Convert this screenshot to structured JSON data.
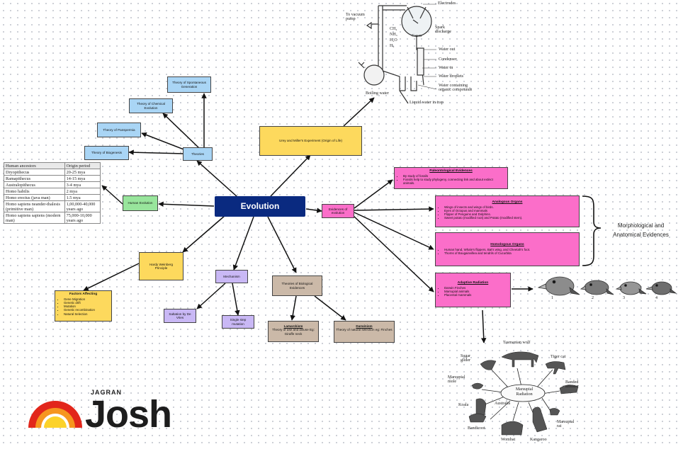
{
  "central": "Evolution",
  "theories": {
    "label": "Theories",
    "items": [
      "Theory of Spontaneous Generation",
      "Theory of Chemical Evolution",
      "Theory of Panspermia",
      "Theory of Biogenesis"
    ]
  },
  "urey_miller": "Urey and Miller's Experiment (Origin of Life)",
  "human_evolution": "Human Evolution",
  "ancestors_table": {
    "headers": [
      "Human ancestors",
      "Origin period"
    ],
    "rows": [
      [
        "Dryopithecus",
        "20-25 mya"
      ],
      [
        "Ramapithecus",
        "14-15 mya"
      ],
      [
        "Australopithecus",
        "3-4 mya"
      ],
      [
        "Homo habilis",
        "2 mya"
      ],
      [
        "Homo erectus (java man)",
        "1.5 mya"
      ],
      [
        "Homo sapiens neander-thalesis (primitive man)",
        "1,00,000-40,000 years ago"
      ],
      [
        "Homo sapiens sapiens (modern man)",
        "75,000-10,000 years ago"
      ]
    ]
  },
  "hardy_weinberg": "Hardy Weinberg Principle",
  "factors": {
    "title": "Factors Affecting",
    "items": [
      "Gene Migration",
      "Genetic drift",
      "Mutation",
      "Genetic recombination",
      "Natural Selection"
    ]
  },
  "mechanism": {
    "label": "Mechanism",
    "items": [
      "Saltation by De Vries",
      "Single step mutation"
    ]
  },
  "bio_theories": {
    "label": "Theories of Biological Evidences",
    "lamarckism_title": "Lamarckism",
    "lamarckism_text": "Theory of use and disuse Eg: Giraffe neck",
    "darwinism_title": "Darwinism",
    "darwinism_text": "Theory of natural selection eg: Finches"
  },
  "evidences_label": "Evidences of evolution",
  "paleo": {
    "title": "Paleontological Evidences",
    "items": [
      "By study of fossils",
      "Fossils help to study phylogeny, connecting link and about extinct animals."
    ]
  },
  "analogous": {
    "title": "Analogous Organs",
    "items": [
      "Wings of insects and wings of birds.",
      "Eyes of Octopus and mammals",
      "Flipper of Penguins and Dolphins.",
      "Sweet potato (modified root) and Potato (modified stem)."
    ]
  },
  "homologous": {
    "title": "Homologous Organs",
    "items": [
      "Human hand, Whale's flippers, Bat's wing, and Cheetah's foot.",
      "Thorns of Bougainvillea and tendrils of Cucurbita"
    ]
  },
  "adaptive": {
    "title": "Adaptive Radiation",
    "items": [
      "Darwin Finches",
      "Marsupial animals",
      "Placental mammals"
    ]
  },
  "morph_label": "Morphological and Anatomical Evidences",
  "apparatus": {
    "labels": [
      "Electrodes",
      "To vacuum pump",
      "Spark discharge",
      "Gases",
      "CH₄",
      "NH₃",
      "H₂O",
      "H₂",
      "Water out",
      "Condenser",
      "Water in",
      "Water droplets",
      "Water containing organic compounds",
      "Boiling water",
      "Liquid water in trap"
    ]
  },
  "finch_numbers": [
    "1",
    "2",
    "3",
    "4"
  ],
  "marsupials": {
    "center": "Marsupial Radiation",
    "continent": "Australia",
    "animals": [
      "Tasmanian wolf",
      "Sugar glider",
      "Tiger cat",
      "Marsupial mole",
      "Banded anteater",
      "Koala",
      "Marsupial rat",
      "Bandicoot",
      "Wombat",
      "Kangaroo"
    ]
  },
  "logo": {
    "small": "JAGRAN",
    "big": "Josh"
  },
  "colors": {
    "main": "#0a2a80",
    "blue": "#a9d5f5",
    "pink": "#fb6ec9",
    "yellow": "#fdd95d",
    "green": "#98e59c",
    "purple": "#c9b8f5",
    "tan": "#cbb9a8",
    "logo_red": "#e2261b",
    "logo_orange": "#f6961f",
    "logo_yellow": "#fcd22a"
  }
}
